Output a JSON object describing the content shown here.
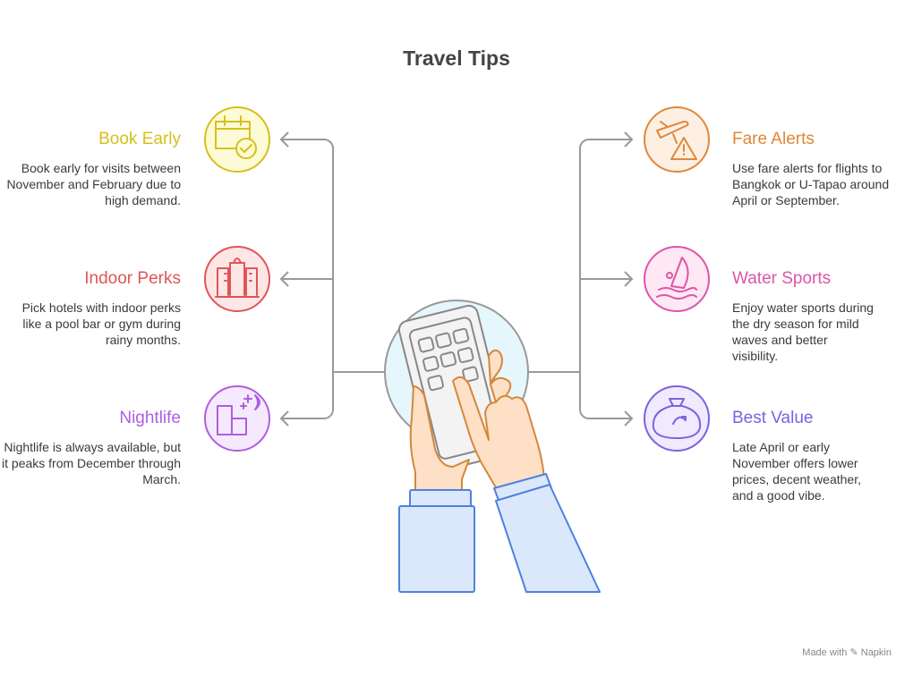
{
  "title": "Travel Tips",
  "left": [
    {
      "title": "Book Early",
      "text": "Book early for visits between November and February due to high demand.",
      "color": "#d6c01c",
      "fill": "#fdfad6",
      "icon": "calendar-check-icon"
    },
    {
      "title": "Indoor Perks",
      "text": "Pick hotels with indoor perks like a pool bar or gym during rainy months.",
      "color": "#e05555",
      "fill": "#fde6e6",
      "icon": "hotel-icon"
    },
    {
      "title": "Nightlife",
      "text": "Nightlife is always available, but it peaks from December through March.",
      "color": "#b05de0",
      "fill": "#f5eafd",
      "icon": "night-city-icon"
    }
  ],
  "right": [
    {
      "title": "Fare Alerts",
      "text": "Use fare alerts for flights to Bangkok or U-Tapao around April or September.",
      "color": "#e0873a",
      "fill": "#fdf0e3",
      "icon": "plane-alert-icon"
    },
    {
      "title": "Water Sports",
      "text": "Enjoy water sports during the dry season for mild waves and better visibility.",
      "color": "#dd55a8",
      "fill": "#fde8f4",
      "icon": "windsurf-icon"
    },
    {
      "title": "Best Value",
      "text": "Late April or early November offers lower prices, decent weather, and a good vibe.",
      "color": "#7b62e0",
      "fill": "#efeafd",
      "icon": "money-bag-icon"
    }
  ],
  "footer": "Made with ✎ Napkin"
}
